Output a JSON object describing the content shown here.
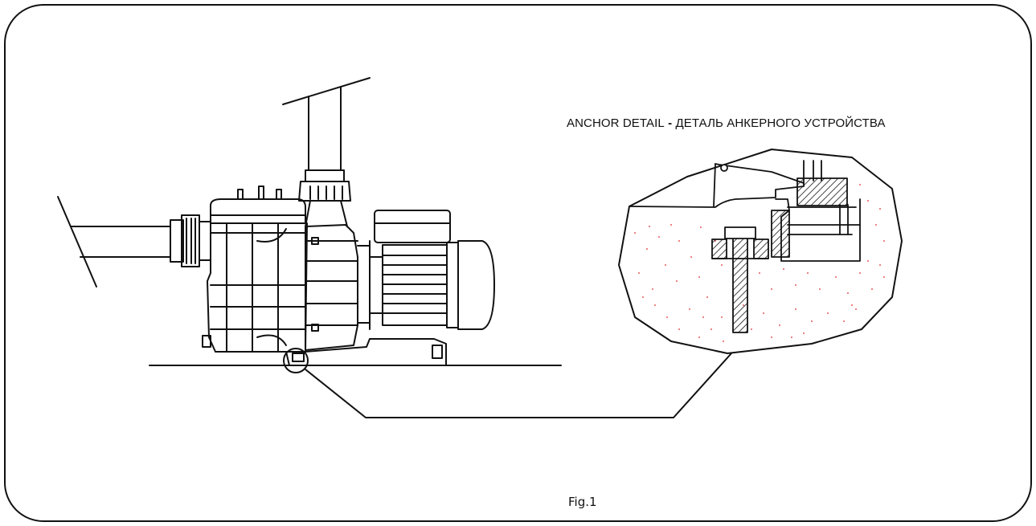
{
  "labels": {
    "anchor_en": "ANCHOR DETAIL",
    "anchor_sep": " - ",
    "anchor_ru": "ДЕТАЛЬ АНКЕРНОГО УСТРОЙСТВА",
    "figure": "Fig.1"
  },
  "colors": {
    "line": "#111111",
    "concrete_dots": "#e0282b",
    "hatch": "#111111",
    "background": "#ffffff"
  }
}
